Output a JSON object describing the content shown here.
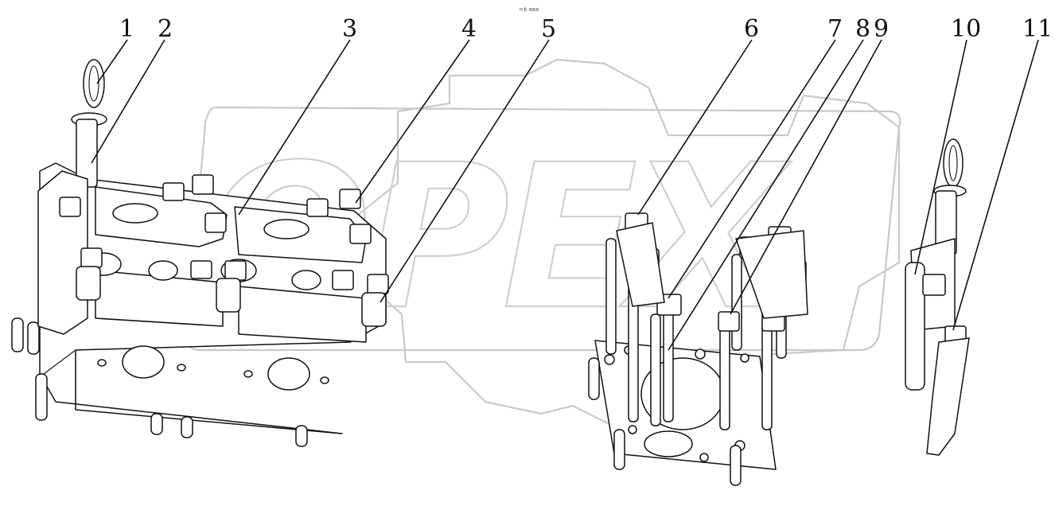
{
  "header_code": "=ѣ ввв",
  "watermark": "OPEX",
  "callouts": [
    {
      "id": "1"
    },
    {
      "id": "2"
    },
    {
      "id": "3"
    },
    {
      "id": "4"
    },
    {
      "id": "5"
    },
    {
      "id": "6"
    },
    {
      "id": "7"
    },
    {
      "id": "8"
    },
    {
      "id": "9"
    },
    {
      "id": "10"
    },
    {
      "id": "11"
    }
  ]
}
